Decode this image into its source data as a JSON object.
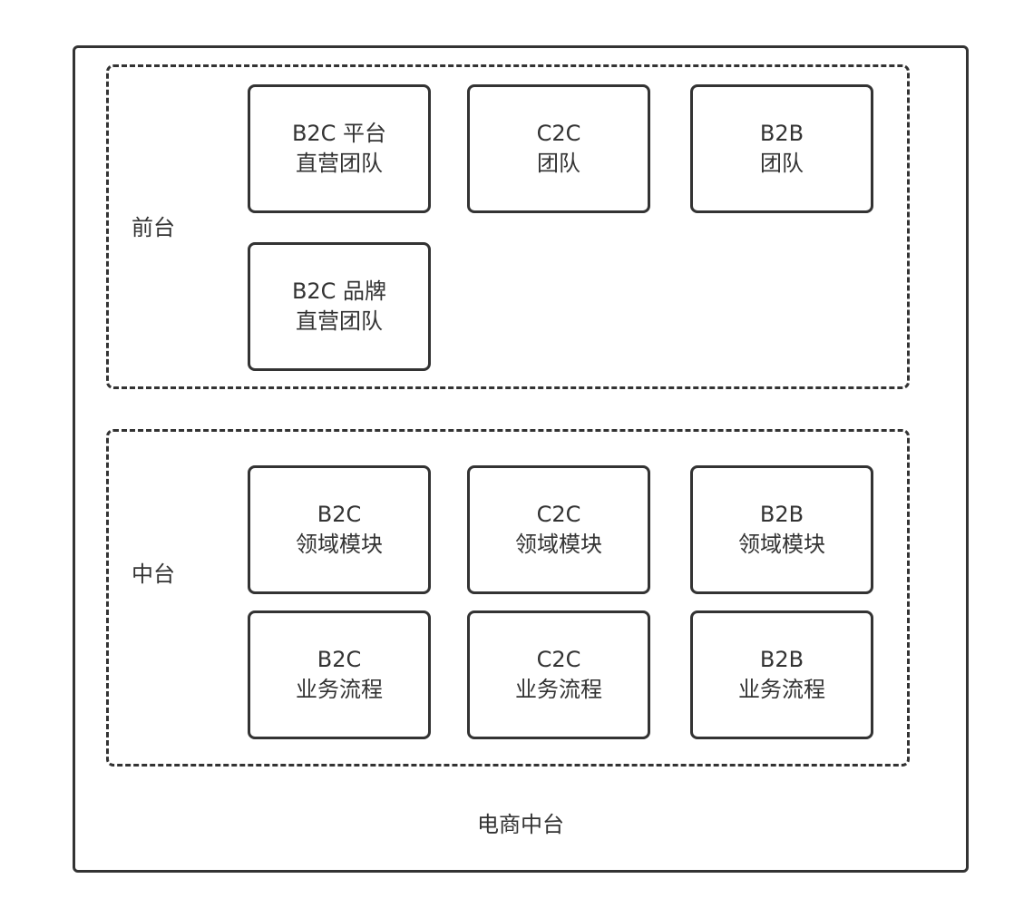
{
  "container": {
    "label": "电商中台"
  },
  "front": {
    "label": "前台",
    "boxes": [
      {
        "line1": "B2C 平台",
        "line2": "直营团队"
      },
      {
        "line1": "C2C",
        "line2": "团队"
      },
      {
        "line1": "B2B",
        "line2": "团队"
      },
      {
        "line1": "B2C 品牌",
        "line2": "直营团队"
      }
    ]
  },
  "middle": {
    "label": "中台",
    "boxes": [
      {
        "line1": "B2C",
        "line2": "领域模块"
      },
      {
        "line1": "C2C",
        "line2": "领域模块"
      },
      {
        "line1": "B2B",
        "line2": "领域模块"
      },
      {
        "line1": "B2C",
        "line2": "业务流程"
      },
      {
        "line1": "C2C",
        "line2": "业务流程"
      },
      {
        "line1": "B2B",
        "line2": "业务流程"
      }
    ]
  }
}
